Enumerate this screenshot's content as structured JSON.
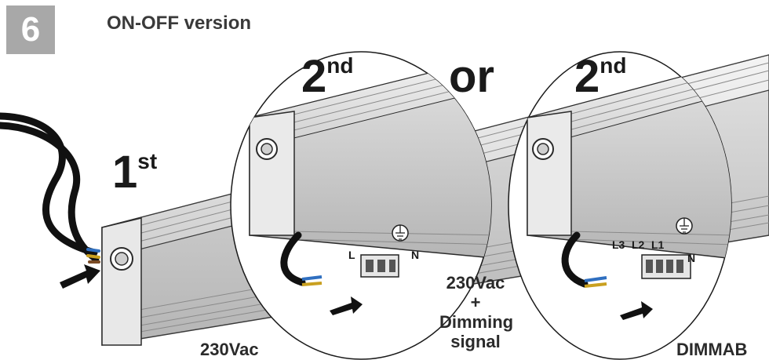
{
  "step": {
    "number": "6"
  },
  "title": "ON-OFF version",
  "ordinals": {
    "first": {
      "num": "1",
      "suffix": "st"
    },
    "second_left": {
      "num": "2",
      "suffix": "nd"
    },
    "second_right": {
      "num": "2",
      "suffix": "nd"
    }
  },
  "or_label": "or",
  "connector_left": {
    "l": "L",
    "n": "N"
  },
  "connector_right": {
    "l3": "L3",
    "l2": "L2",
    "l1": "L1",
    "n": "N"
  },
  "captions": {
    "left": "230Vac",
    "middle_line1": "230Vac",
    "middle_line2": "+",
    "middle_line3": "Dimming",
    "middle_line4": "signal",
    "right": "DIMMAB"
  },
  "colors": {
    "badge": "#a8a8a8",
    "ink": "#1a1a1a",
    "housing": "#dcdcdc",
    "housing_dark": "#9a9a9a"
  }
}
